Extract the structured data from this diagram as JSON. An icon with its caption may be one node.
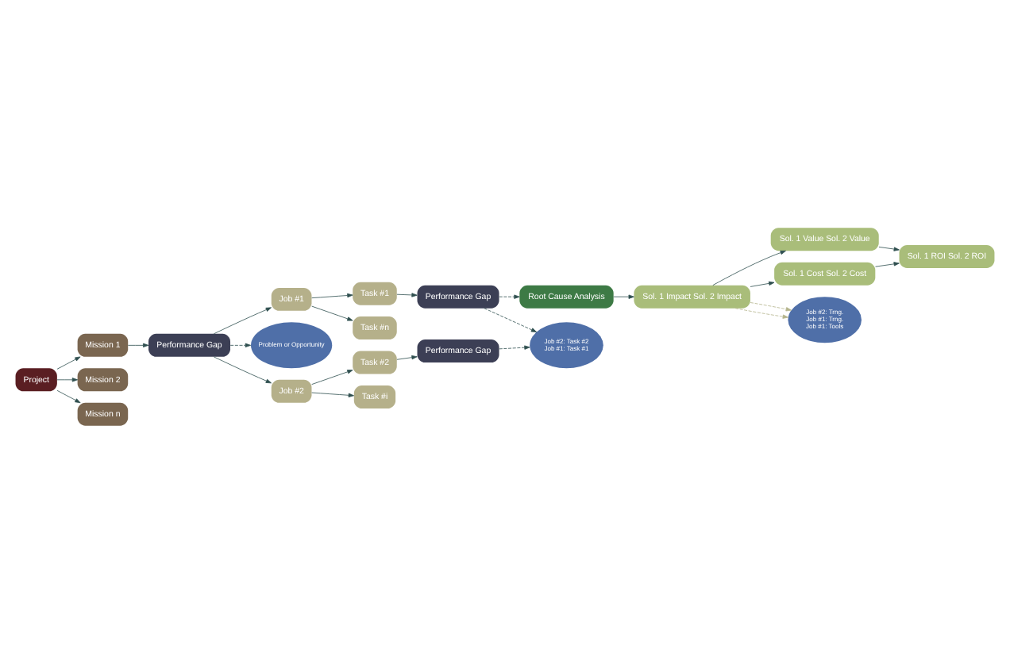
{
  "diagram": {
    "nodes": [
      {
        "text": [
          "Project"
        ]
      },
      {
        "text": [
          "Mission 1"
        ]
      },
      {
        "text": [
          "Mission 2"
        ]
      },
      {
        "text": [
          "Mission n"
        ]
      },
      {
        "text": [
          "Performance Gap"
        ]
      },
      {
        "text": [
          "Job #1"
        ]
      },
      {
        "text": [
          "Task #1"
        ]
      },
      {
        "text": [
          "Task #n"
        ]
      },
      {
        "text": [
          "Performance Gap"
        ]
      },
      {
        "text": [
          "Root Cause Analysis"
        ]
      },
      {
        "text": [
          "Sol. 1 Impact Sol. 2 Impact"
        ]
      },
      {
        "text": [
          "Sol. 1 Value Sol. 2 Value"
        ]
      },
      {
        "text": [
          "Sol. 1 Cost Sol. 2 Cost"
        ]
      },
      {
        "text": [
          "Sol. 1 ROI Sol. 2 ROI"
        ]
      },
      {
        "text": [
          "Problem or Opportunity"
        ]
      },
      {
        "text": [
          "Job #2: Task #2",
          "Job #1: Task #1"
        ]
      },
      {
        "text": [
          "Job #2: Trng.",
          "Job #1: Trng.",
          "Job #1: Tools"
        ]
      },
      {
        "text": [
          "Job #2"
        ]
      },
      {
        "text": [
          "Task #2"
        ]
      },
      {
        "text": [
          "Task #i"
        ]
      },
      {
        "text": [
          "Performance Gap"
        ]
      }
    ],
    "edges": [
      {
        "from": 0,
        "to": 1,
        "arrow": "to"
      },
      {
        "from": 0,
        "to": 2,
        "arrow": "to"
      },
      {
        "from": 0,
        "to": 3,
        "arrow": "to"
      },
      {
        "from": 1,
        "to": 4,
        "arrow": "to"
      },
      {
        "from": 4,
        "to": 5,
        "arrow": "to"
      },
      {
        "from": 4,
        "to": 17,
        "arrow": "to"
      },
      {
        "from": 4,
        "to": 14,
        "arrow": "to",
        "style": "dashed"
      },
      {
        "from": 5,
        "to": 6,
        "arrow": "to"
      },
      {
        "from": 5,
        "to": 7,
        "arrow": "to"
      },
      {
        "from": 6,
        "to": 8,
        "arrow": "to"
      },
      {
        "from": 8,
        "to": 15,
        "arrow": "to",
        "style": "dashed"
      },
      {
        "from": 8,
        "to": 9,
        "arrow": "to",
        "style": "dashed"
      },
      {
        "from": 9,
        "to": 10,
        "arrow": "to"
      },
      {
        "from": 10,
        "to": 11,
        "arrow": "to"
      },
      {
        "from": 10,
        "to": 12,
        "arrow": "to"
      },
      {
        "from": 11,
        "to": 13,
        "arrow": "to"
      },
      {
        "from": 12,
        "to": 13,
        "arrow": "to"
      },
      {
        "from": 10,
        "to": 16,
        "arrow": "to",
        "style": "dashed",
        "color": "#b4b48c"
      },
      {
        "from": 10,
        "to": 16,
        "arrow": "to",
        "style": "dashed",
        "color": "#b4b48c"
      },
      {
        "from": 17,
        "to": 18,
        "arrow": "to"
      },
      {
        "from": 17,
        "to": 19,
        "arrow": "to"
      },
      {
        "from": 18,
        "to": 20,
        "arrow": "to"
      },
      {
        "from": 20,
        "to": 15,
        "arrow": "to",
        "style": "dashed"
      }
    ]
  }
}
